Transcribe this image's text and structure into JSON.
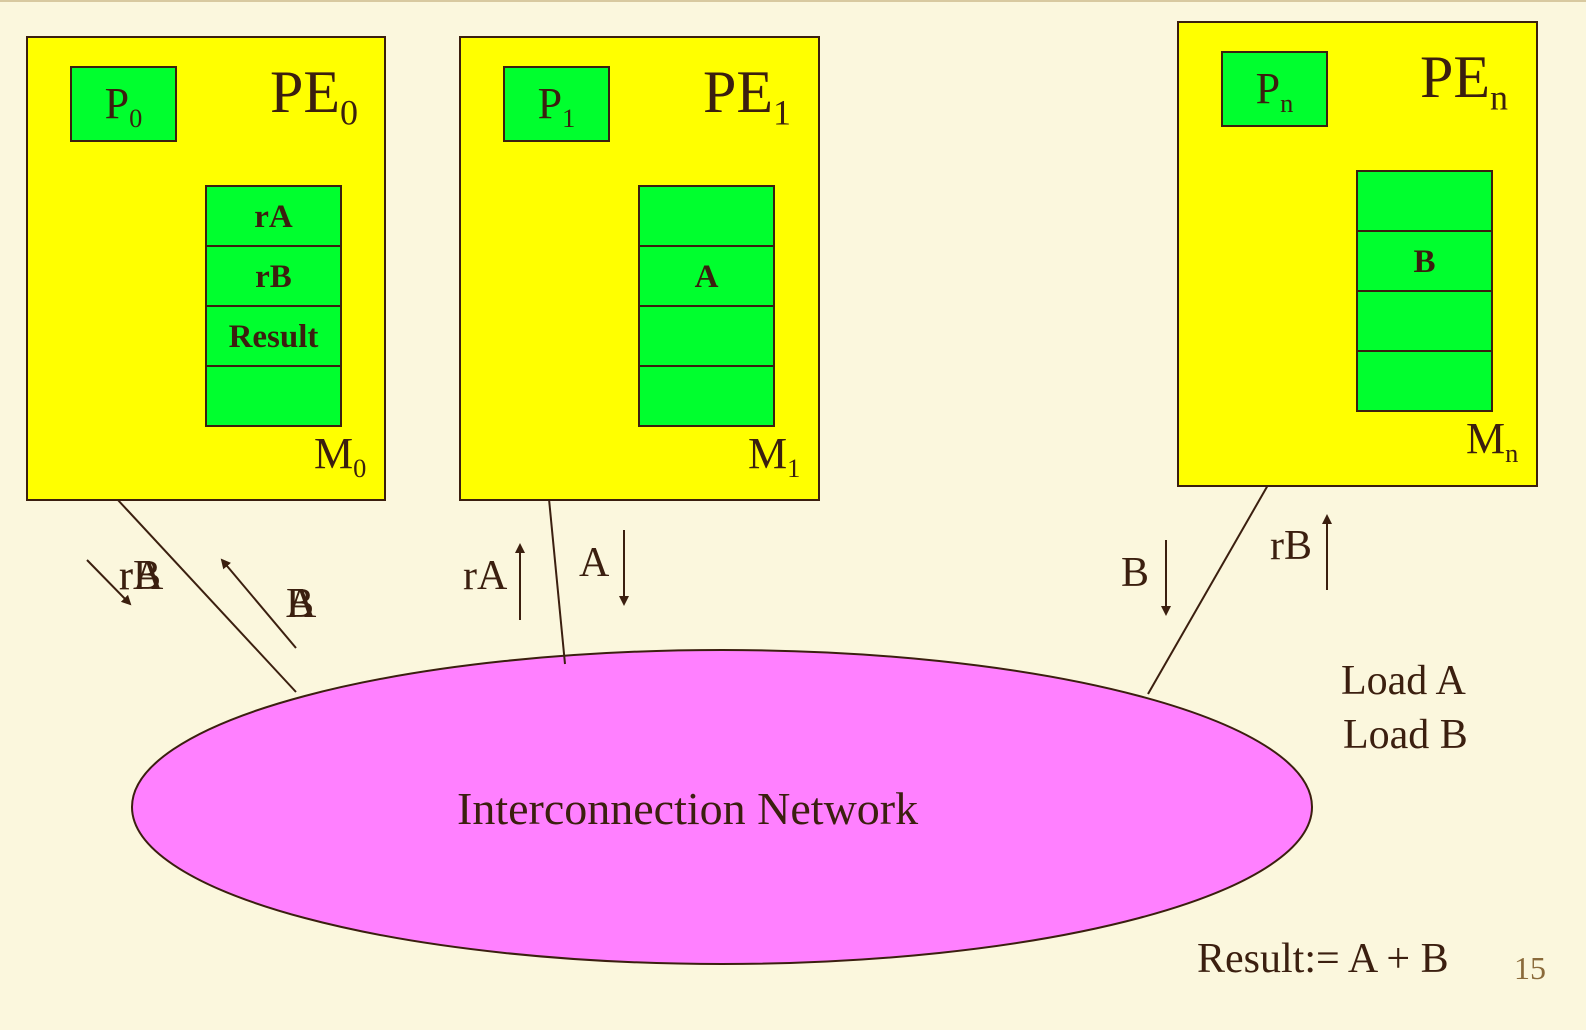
{
  "pe0": {
    "title": "PE",
    "sub": "0",
    "proc": "P",
    "proc_sub": "0",
    "mem": "M",
    "mem_sub": "0",
    "cells": [
      "rA",
      "rB",
      "Result",
      ""
    ]
  },
  "pe1": {
    "title": "PE",
    "sub": "1",
    "proc": "P",
    "proc_sub": "1",
    "mem": "M",
    "mem_sub": "1",
    "cells": [
      "",
      "A",
      "",
      ""
    ]
  },
  "pen": {
    "title": "PE",
    "sub": "n",
    "proc": "P",
    "proc_sub": "n",
    "mem": "M",
    "mem_sub": "n",
    "cells": [
      "",
      "B",
      "",
      ""
    ]
  },
  "arrows": {
    "pe0_down_a": "rA",
    "pe0_down_b": "rB",
    "pe0_up_a": "A",
    "pe0_up_b": "B",
    "pe1_up": "rA",
    "pe1_down": "A",
    "pen_down": "B",
    "pen_up": "rB"
  },
  "network": {
    "label": "Interconnection Network"
  },
  "notes": {
    "line1": "Load A",
    "line2": "Load B",
    "result": "Result:= A + B"
  },
  "page_number": "15",
  "colors": {
    "background": "#fbf7dd",
    "pe": "#ffff00",
    "block": "#00ff2e",
    "network": "#ff80ff",
    "ink": "#3b1f0f"
  }
}
